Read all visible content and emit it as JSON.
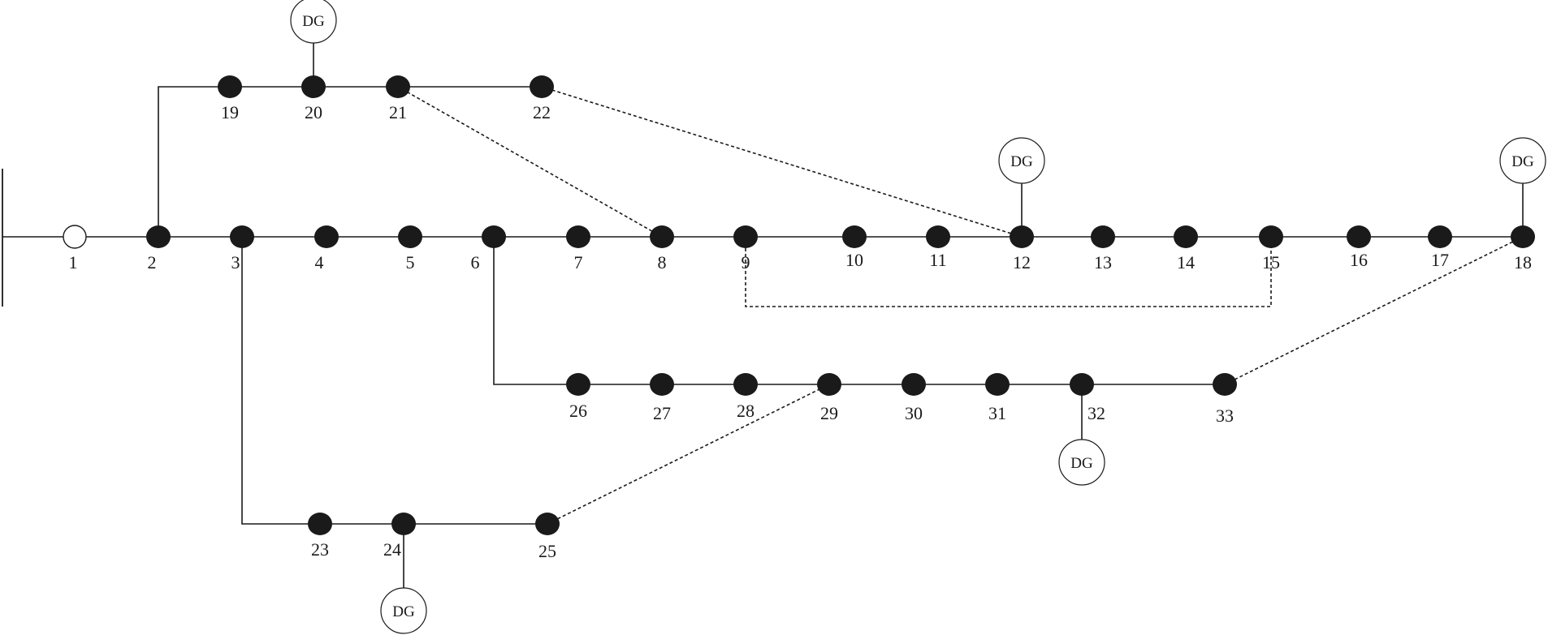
{
  "diagram": {
    "buses": [
      {
        "id": "1",
        "label": "1",
        "type": "source"
      },
      {
        "id": "2",
        "label": "2"
      },
      {
        "id": "3",
        "label": "3"
      },
      {
        "id": "4",
        "label": "4"
      },
      {
        "id": "5",
        "label": "5"
      },
      {
        "id": "6",
        "label": "6"
      },
      {
        "id": "7",
        "label": "7"
      },
      {
        "id": "8",
        "label": "8"
      },
      {
        "id": "9",
        "label": "9"
      },
      {
        "id": "10",
        "label": "10"
      },
      {
        "id": "11",
        "label": "11"
      },
      {
        "id": "12",
        "label": "12"
      },
      {
        "id": "13",
        "label": "13"
      },
      {
        "id": "14",
        "label": "14"
      },
      {
        "id": "15",
        "label": "15"
      },
      {
        "id": "16",
        "label": "16"
      },
      {
        "id": "17",
        "label": "17"
      },
      {
        "id": "18",
        "label": "18"
      },
      {
        "id": "19",
        "label": "19"
      },
      {
        "id": "20",
        "label": "20"
      },
      {
        "id": "21",
        "label": "21"
      },
      {
        "id": "22",
        "label": "22"
      },
      {
        "id": "23",
        "label": "23"
      },
      {
        "id": "24",
        "label": "24"
      },
      {
        "id": "25",
        "label": "25"
      },
      {
        "id": "26",
        "label": "26"
      },
      {
        "id": "27",
        "label": "27"
      },
      {
        "id": "28",
        "label": "28"
      },
      {
        "id": "29",
        "label": "29"
      },
      {
        "id": "30",
        "label": "30"
      },
      {
        "id": "31",
        "label": "31"
      },
      {
        "id": "32",
        "label": "32"
      },
      {
        "id": "33",
        "label": "33"
      }
    ],
    "branches": [
      [
        "1",
        "2"
      ],
      [
        "2",
        "3"
      ],
      [
        "3",
        "4"
      ],
      [
        "4",
        "5"
      ],
      [
        "5",
        "6"
      ],
      [
        "6",
        "7"
      ],
      [
        "7",
        "8"
      ],
      [
        "8",
        "9"
      ],
      [
        "9",
        "10"
      ],
      [
        "10",
        "11"
      ],
      [
        "11",
        "12"
      ],
      [
        "12",
        "13"
      ],
      [
        "13",
        "14"
      ],
      [
        "14",
        "15"
      ],
      [
        "15",
        "16"
      ],
      [
        "16",
        "17"
      ],
      [
        "17",
        "18"
      ],
      [
        "2",
        "19"
      ],
      [
        "19",
        "20"
      ],
      [
        "20",
        "21"
      ],
      [
        "21",
        "22"
      ],
      [
        "3",
        "23"
      ],
      [
        "23",
        "24"
      ],
      [
        "24",
        "25"
      ],
      [
        "6",
        "26"
      ],
      [
        "26",
        "27"
      ],
      [
        "27",
        "28"
      ],
      [
        "28",
        "29"
      ],
      [
        "29",
        "30"
      ],
      [
        "30",
        "31"
      ],
      [
        "31",
        "32"
      ],
      [
        "32",
        "33"
      ]
    ],
    "tie_lines": [
      [
        "8",
        "21"
      ],
      [
        "12",
        "22"
      ],
      [
        "9",
        "15"
      ],
      [
        "18",
        "33"
      ],
      [
        "25",
        "29"
      ]
    ],
    "dg_units": [
      {
        "bus": "20",
        "label": "DG"
      },
      {
        "bus": "12",
        "label": "DG"
      },
      {
        "bus": "18",
        "label": "DG"
      },
      {
        "bus": "32",
        "label": "DG"
      },
      {
        "bus": "24",
        "label": "DG"
      }
    ]
  }
}
